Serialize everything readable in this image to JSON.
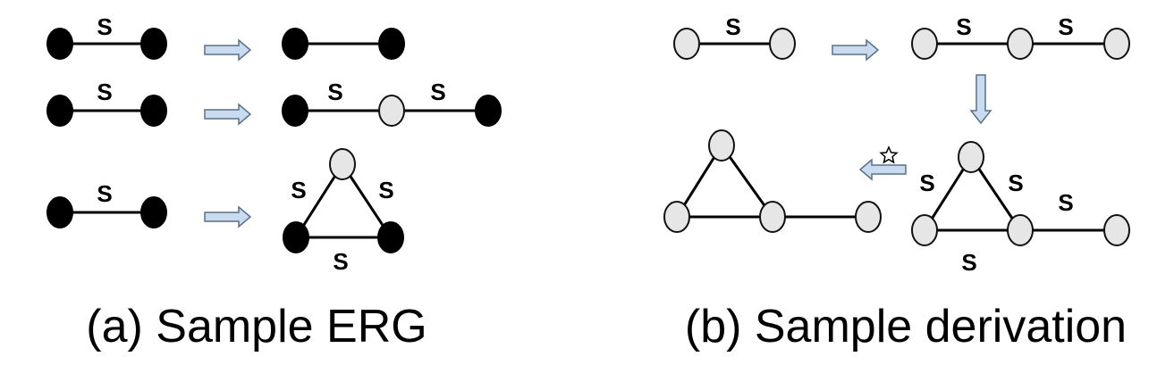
{
  "panel_a": {
    "caption": "(a) Sample ERG",
    "rules": [
      {
        "lhs_label": "S",
        "rhs_labels": []
      },
      {
        "lhs_label": "S",
        "rhs_labels": [
          "S",
          "S"
        ]
      },
      {
        "lhs_label": "S",
        "rhs_labels": [
          "S",
          "S",
          "S"
        ]
      }
    ]
  },
  "panel_b": {
    "caption": "(b) Sample derivation",
    "step1_label": "S",
    "step2_labels": [
      "S",
      "S"
    ],
    "step3_labels": [
      "S",
      "S",
      "S",
      "S"
    ],
    "star_symbol": "☆"
  },
  "colors": {
    "terminal_node": "#000000",
    "nonterminal_node": "#e6e6e6",
    "arrow_fill": "#c9dcef",
    "arrow_stroke": "#5b6f86"
  }
}
